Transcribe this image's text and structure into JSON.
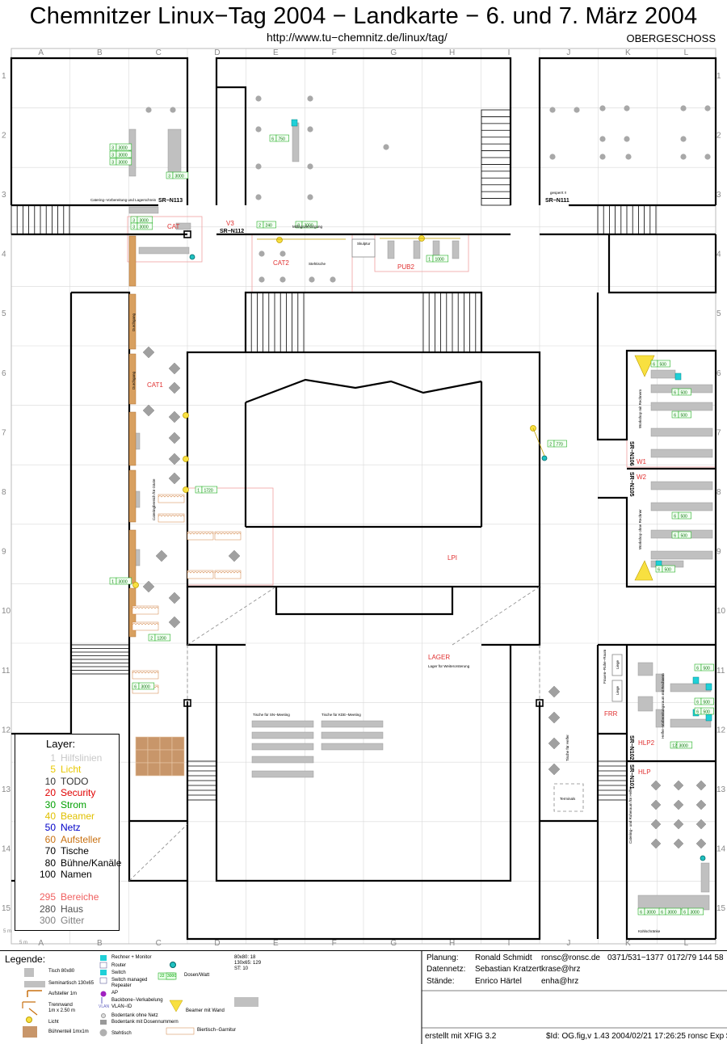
{
  "header": {
    "title": "Chemnitzer Linux−Tag 2004 − Landkarte −  6. und 7. März 2004",
    "url": "http://www.tu−chemnitz.de/linux/tag/",
    "floor": "OBERGESCHOSS"
  },
  "grid": {
    "columns": [
      "A",
      "B",
      "C",
      "D",
      "E",
      "F",
      "G",
      "H",
      "I",
      "J",
      "K",
      "L"
    ],
    "rows": [
      "1",
      "2",
      "3",
      "4",
      "5",
      "6",
      "7",
      "8",
      "9",
      "10",
      "11",
      "12",
      "13",
      "14",
      "15"
    ],
    "scale_label": "5 m"
  },
  "rooms": {
    "sr_n113": "SR−N113",
    "sr_n112": "SR−N112",
    "sr_n111": "SR−N111",
    "v3": "V3",
    "cat": "CAT",
    "cat1": "CAT1",
    "cat2": "CAT2",
    "pub2": "PUB2",
    "lpi": "LPI",
    "lager": "LAGER",
    "lager_sub": "Lager für Weiterorsterung",
    "w1": "W1",
    "w2": "W2",
    "frr": "FRR",
    "hlp2": "HLP2",
    "hlp": "HLP",
    "sr_n106": "SR−N106",
    "sr_n105": "SR−N105",
    "sr_n102": "SR−N102",
    "sr_n101": "SR−N101",
    "catering_lager": "Catering−Vorbereitung und Lagerschrein",
    "mittag": "Mittagsversorgung",
    "stehtische": "Stehtische",
    "skulptur": "Skulptur",
    "gesperrt": "gesperrt !!",
    "durchgang": "Durchgang",
    "tische_sn": "Tische für SN−Meeting",
    "tische_kde": "Tische für KDE−Meeting",
    "terminals": "Terminals",
    "tische_helfer": "Tische für Helfer",
    "workshop_mit": "Workshop mit Rechnern",
    "workshop_ohne": "Workshop ohne Rechner",
    "helfer_vorb": "Helfer−Vorbereitungsraum mit Rechnern",
    "catering_ruhe": "Catering− und Ruheraum für Helfer",
    "frauen_ruhe": "Frauen−Ruhe−Raum",
    "liege": "Liege",
    "kuehlschraenke": "Kühlschränke",
    "gaeste": "Catering­bereich für Gäste"
  },
  "tags": [
    {
      "id": "t1",
      "a": "3",
      "b": "3000"
    },
    {
      "id": "t2",
      "a": "3",
      "b": "3000"
    },
    {
      "id": "t3",
      "a": "3",
      "b": "3000"
    },
    {
      "id": "t4",
      "a": "3",
      "b": "3000"
    },
    {
      "id": "t5",
      "a": "6",
      "b": "750"
    },
    {
      "id": "t6",
      "a": "3",
      "b": "3000"
    },
    {
      "id": "t7",
      "a": "3",
      "b": "3000"
    },
    {
      "id": "t8",
      "a": "2",
      "b": "240"
    },
    {
      "id": "t9",
      "a": "8",
      "b": "3000"
    },
    {
      "id": "t10",
      "a": "1",
      "b": "1000"
    },
    {
      "id": "t11",
      "a": "6",
      "b": "500"
    },
    {
      "id": "t12",
      "a": "6",
      "b": "500"
    },
    {
      "id": "t13",
      "a": "6",
      "b": "500"
    },
    {
      "id": "t14",
      "a": "2",
      "b": "770"
    },
    {
      "id": "t15",
      "a": "1",
      "b": "1720"
    },
    {
      "id": "t16",
      "a": "6",
      "b": "500"
    },
    {
      "id": "t17",
      "a": "6",
      "b": "500"
    },
    {
      "id": "t18",
      "a": "6",
      "b": "500"
    },
    {
      "id": "t19",
      "a": "1",
      "b": "3000"
    },
    {
      "id": "t20",
      "a": "2",
      "b": "1200"
    },
    {
      "id": "t21",
      "a": "6",
      "b": "3000"
    },
    {
      "id": "t22",
      "a": "6",
      "b": "500"
    },
    {
      "id": "t23",
      "a": "6",
      "b": "500"
    },
    {
      "id": "t24",
      "a": "6",
      "b": "500"
    },
    {
      "id": "t25",
      "a": "12",
      "b": "3000"
    },
    {
      "id": "t26",
      "a": "6",
      "b": "3000"
    },
    {
      "id": "t27",
      "a": "6",
      "b": "3000"
    },
    {
      "id": "t28",
      "a": "6",
      "b": "3000"
    }
  ],
  "layers": {
    "title": "Layer:",
    "items": [
      {
        "num": "1",
        "label": "Hilfslinien",
        "color": "#c8c8c8"
      },
      {
        "num": "5",
        "label": "Licht",
        "color": "#e8c800"
      },
      {
        "num": "10",
        "label": "TODO",
        "color": "#333333"
      },
      {
        "num": "20",
        "label": "Security",
        "color": "#e00000"
      },
      {
        "num": "30",
        "label": "Strom",
        "color": "#00a000"
      },
      {
        "num": "40",
        "label": "Beamer",
        "color": "#e0c000"
      },
      {
        "num": "50",
        "label": "Netz",
        "color": "#0000c8"
      },
      {
        "num": "60",
        "label": "Aufsteller",
        "color": "#c87010"
      },
      {
        "num": "70",
        "label": "Tische",
        "color": "#000000"
      },
      {
        "num": "80",
        "label": "Bühne/Kanäle",
        "color": "#000000"
      },
      {
        "num": "100",
        "label": "Namen",
        "color": "#000000"
      },
      {
        "num": "295",
        "label": "Bereiche",
        "color": "#f06060"
      },
      {
        "num": "280",
        "label": "Haus",
        "color": "#505050"
      },
      {
        "num": "300",
        "label": "Gitter",
        "color": "#808080"
      }
    ]
  },
  "legend": {
    "title": "Legende:",
    "tisch80": "Tisch 80x80",
    "seminartisch": "Seminartisch 130x65",
    "aufsteller": "Aufsteller 1m",
    "trennwand": "Trennwand",
    "trennwand_size": "1m x 2.50 m",
    "licht": "Licht",
    "buehnenteil": "Bühnenteil 1mx1m",
    "rechner": "Rechner + Monitor",
    "router": "Router",
    "switch": "Switch",
    "switch_managed": "Switch managed",
    "repeater": "Repeater",
    "ap": "AP",
    "backbone": "Backbone−Verkabelung",
    "vlan": "VLAN−ID",
    "vlan_sym": "VLAN",
    "bodentank_ohne": "Bodentank ohne Netz",
    "bodentank_mit": "Bodentank mit Dosennummern",
    "stehtisch": "Stehtisch",
    "dosen_watt": "Dosen/Watt",
    "dosen_a": "22",
    "dosen_b": "3000",
    "beamer_wand": "Beamer mit Wand",
    "biertisch": "Biertisch−Garnitur",
    "stats1": "80x80: 18",
    "stats2": "130x65: 129",
    "stats3": "ST: 10"
  },
  "footer": {
    "planung_label": "Planung:",
    "planung_name": "Ronald Schmidt",
    "planung_mail": "ronsc@ronsc.de",
    "planung_phone1": "0371/531−1377",
    "planung_phone2": "0172/79 144 58",
    "datennetz_label": "Datennetz:",
    "datennetz_name": "Sebastian Kratzert",
    "datennetz_mail": "krase@hrz",
    "staende_label": "Stände:",
    "staende_name": "Enrico Härtel",
    "staende_mail": "enha@hrz",
    "xfig": "erstellt mit XFIG 3.2",
    "id": "$Id: OG.fig,v 1.43 2004/02/21 17:26:25 ronsc Exp $"
  }
}
